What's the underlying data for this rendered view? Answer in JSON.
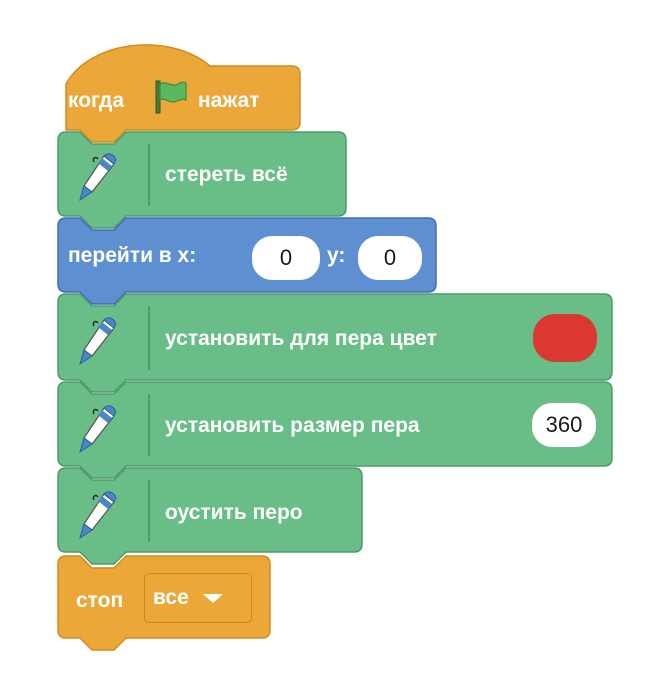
{
  "colors": {
    "events": "#eba838",
    "events_border": "#cf8c1f",
    "pen": "#69bd87",
    "pen_border": "#4f9a6c",
    "motion": "#5e8fd0",
    "motion_border": "#3f6fb0",
    "pen_color_value": "#dc3832",
    "flag": "#5cb85c"
  },
  "script": {
    "hat": {
      "prefix": "когда",
      "icon": "green-flag-icon",
      "suffix": "нажат"
    },
    "clear": {
      "label": "стереть всё",
      "icon": "pen-icon"
    },
    "goto": {
      "label": "перейти в x:",
      "x_value": "0",
      "y_label": "у:",
      "y_value": "0"
    },
    "set_color": {
      "label": "установить для пера цвет",
      "icon": "pen-icon",
      "color": "#dc3832"
    },
    "set_size": {
      "label": "установить размер пера",
      "icon": "pen-icon",
      "value": "360"
    },
    "pen_down": {
      "label": "оустить перо",
      "icon": "pen-icon"
    },
    "stop": {
      "label": "стоп",
      "option": "все"
    }
  }
}
